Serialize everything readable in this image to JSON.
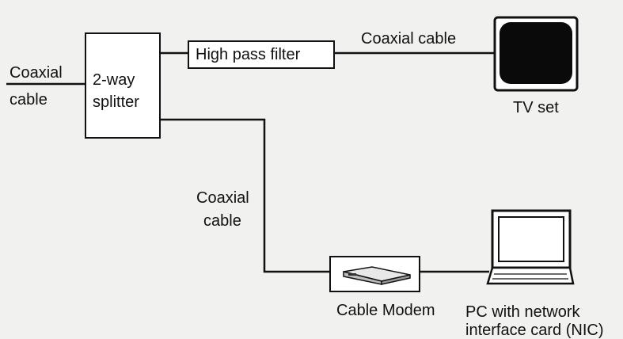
{
  "diagram": {
    "input_cable_label": [
      "Coaxial",
      "cable"
    ],
    "splitter_label": [
      "2-way",
      "splitter"
    ],
    "filter_label": "High pass filter",
    "top_cable_label": "Coaxial cable",
    "tv_label": "TV set",
    "vertical_cable_label": [
      "Coaxial",
      "cable"
    ],
    "modem_label": "Cable Modem",
    "pc_label": [
      "PC with network",
      "interface card (NIC)"
    ]
  },
  "icons": {
    "tv": "tv-monitor-icon",
    "modem": "cable-modem-icon",
    "pc": "laptop-computer-icon"
  },
  "colors": {
    "background": "#f1f1ef",
    "line": "#111111",
    "screen": "#0a0a0a"
  }
}
